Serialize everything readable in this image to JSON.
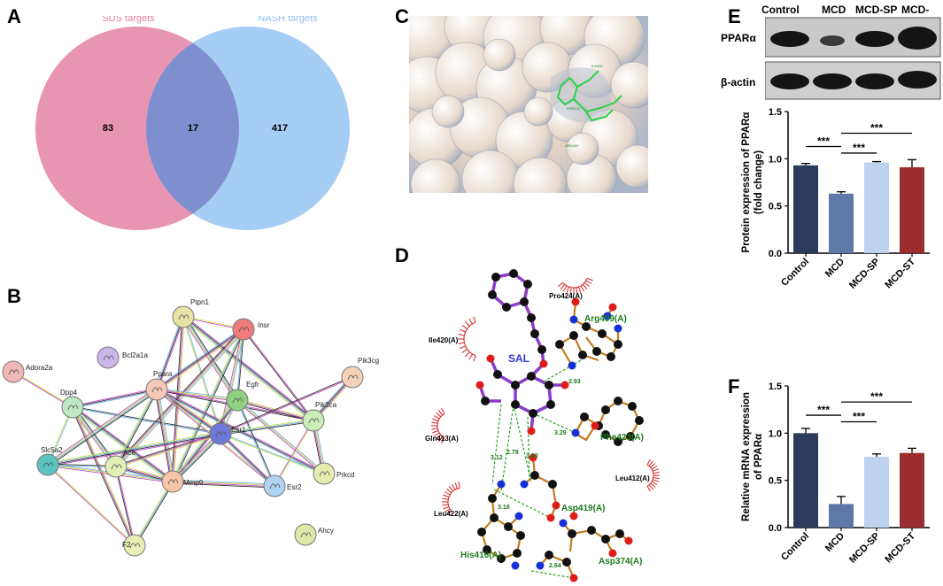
{
  "panels": {
    "A": "A",
    "B": "B",
    "C": "C",
    "D": "D",
    "E": "E",
    "F": "F"
  },
  "venn": {
    "left_label": "SDS targets",
    "right_label": "NASH targets",
    "left_only": "83",
    "overlap": "17",
    "right_only": "417",
    "colors": {
      "left": "#e58aab",
      "right": "#9cc8f3",
      "overlap": "#7e8fd0"
    }
  },
  "network": {
    "nodes": [
      {
        "id": "Ptpn1",
        "color": "#e6e3a4"
      },
      {
        "id": "Insr",
        "color": "#ef7b7b"
      },
      {
        "id": "Bcl2a1a",
        "color": "#c9b7ea"
      },
      {
        "id": "Adora2a",
        "color": "#f1b8b8"
      },
      {
        "id": "Pik3cg",
        "color": "#f3d2b8"
      },
      {
        "id": "Dpp4",
        "color": "#bde8c2"
      },
      {
        "id": "Ppara",
        "color": "#f5c8b8"
      },
      {
        "id": "Egfr",
        "color": "#8fd17f"
      },
      {
        "id": "Pik3ca",
        "color": "#c9eeb9"
      },
      {
        "id": "Esr1",
        "color": "#6f79d9"
      },
      {
        "id": "Slc5a2",
        "color": "#5bc4c1"
      },
      {
        "id": "Ace",
        "color": "#e2f0b6"
      },
      {
        "id": "Mmp9",
        "color": "#f5c6a8"
      },
      {
        "id": "Prkcd",
        "color": "#e6ebb0"
      },
      {
        "id": "Esr2",
        "color": "#aed4f1"
      },
      {
        "id": "Ahcy",
        "color": "#dde9a8"
      },
      {
        "id": "F2",
        "color": "#e9eeb7"
      }
    ]
  },
  "interaction": {
    "ligand": "SAL",
    "residues": [
      "Pro424(A)",
      "Arg409(A)",
      "Ile420(A)",
      "Phe423(A)",
      "Gln413(A)",
      "Leu412(A)",
      "Asp419(A)",
      "Leu422(A)",
      "His416(A)",
      "Asp374(A)"
    ],
    "distances": [
      "2.93",
      "3.29",
      "2.78",
      "3.20",
      "3.12",
      "3.18",
      "2.64"
    ]
  },
  "blot": {
    "lanes": [
      "Control",
      "MCD",
      "MCD-SP",
      "MCD-ST"
    ],
    "rows": [
      "PPARα",
      "β-actin"
    ]
  },
  "chart_data": [
    {
      "type": "bar",
      "panel": "E",
      "categories": [
        "Control",
        "MCD",
        "MCD-SP",
        "MCD-ST"
      ],
      "values": [
        0.93,
        0.63,
        0.96,
        0.91
      ],
      "errors": [
        0.02,
        0.02,
        0.01,
        0.08
      ],
      "colors": [
        "#2e3a5c",
        "#5e78a8",
        "#bcd2ef",
        "#9b2d30"
      ],
      "ylabel": "Protein expression of PPARα\n(fold change)",
      "ylim": [
        0,
        1.5
      ],
      "yticks": [
        "0.0",
        "0.5",
        "1.0",
        "1.5"
      ],
      "significance": [
        "***",
        "***",
        "***"
      ]
    },
    {
      "type": "bar",
      "panel": "F",
      "categories": [
        "Control",
        "MCD",
        "MCD-SP",
        "MCD-ST"
      ],
      "values": [
        1.0,
        0.25,
        0.75,
        0.79
      ],
      "errors": [
        0.05,
        0.08,
        0.03,
        0.05
      ],
      "colors": [
        "#2e3a5c",
        "#5e78a8",
        "#bcd2ef",
        "#9b2d30"
      ],
      "ylabel": "Relative mRNA expression\nof PPARα",
      "ylim": [
        0,
        1.5
      ],
      "yticks": [
        "0.0",
        "0.5",
        "1.0",
        "1.5"
      ],
      "significance": [
        "***",
        "***",
        "***"
      ]
    }
  ]
}
